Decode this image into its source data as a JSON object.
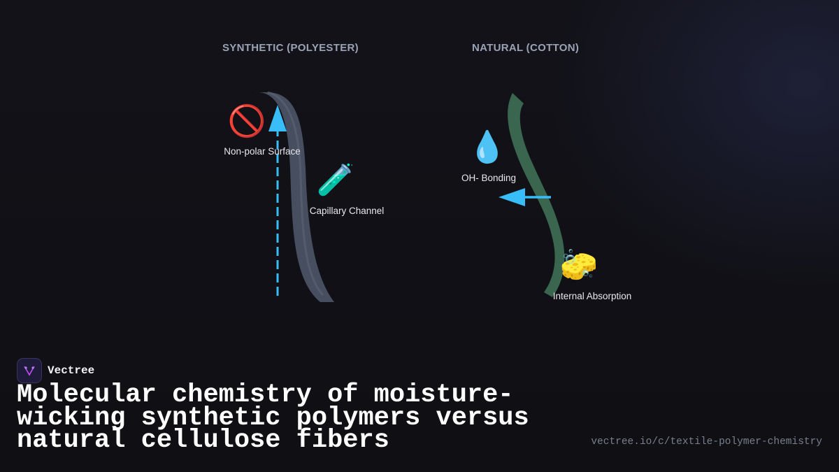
{
  "columns": {
    "synthetic_title": "SYNTHETIC (POLYESTER)",
    "natural_title": "NATURAL (COTTON)"
  },
  "synthetic": {
    "surface": {
      "icon": "no-entry-icon",
      "glyph": "🚫",
      "label": "Non-polar Surface"
    },
    "channel": {
      "icon": "test-tube-icon",
      "glyph": "🧪",
      "label": "Capillary Channel"
    }
  },
  "natural": {
    "bonding": {
      "icon": "droplet-icon",
      "glyph": "💧",
      "label": "OH- Bonding"
    },
    "absorption": {
      "icon": "sponge-icon",
      "glyph": "🧽",
      "label": "Internal Absorption"
    }
  },
  "colors": {
    "synthetic_fiber": "#4a5263",
    "natural_fiber": "#3d6b52",
    "arrow": "#38bdf8",
    "background": "#0f0f14"
  },
  "brand": {
    "name": "Vectree",
    "logo_icon": "vectree-logo-icon"
  },
  "headline": "Molecular chemistry of moisture-wicking synthetic polymers versus natural cellulose fibers",
  "url": "vectree.io/c/textile-polymer-chemistry"
}
